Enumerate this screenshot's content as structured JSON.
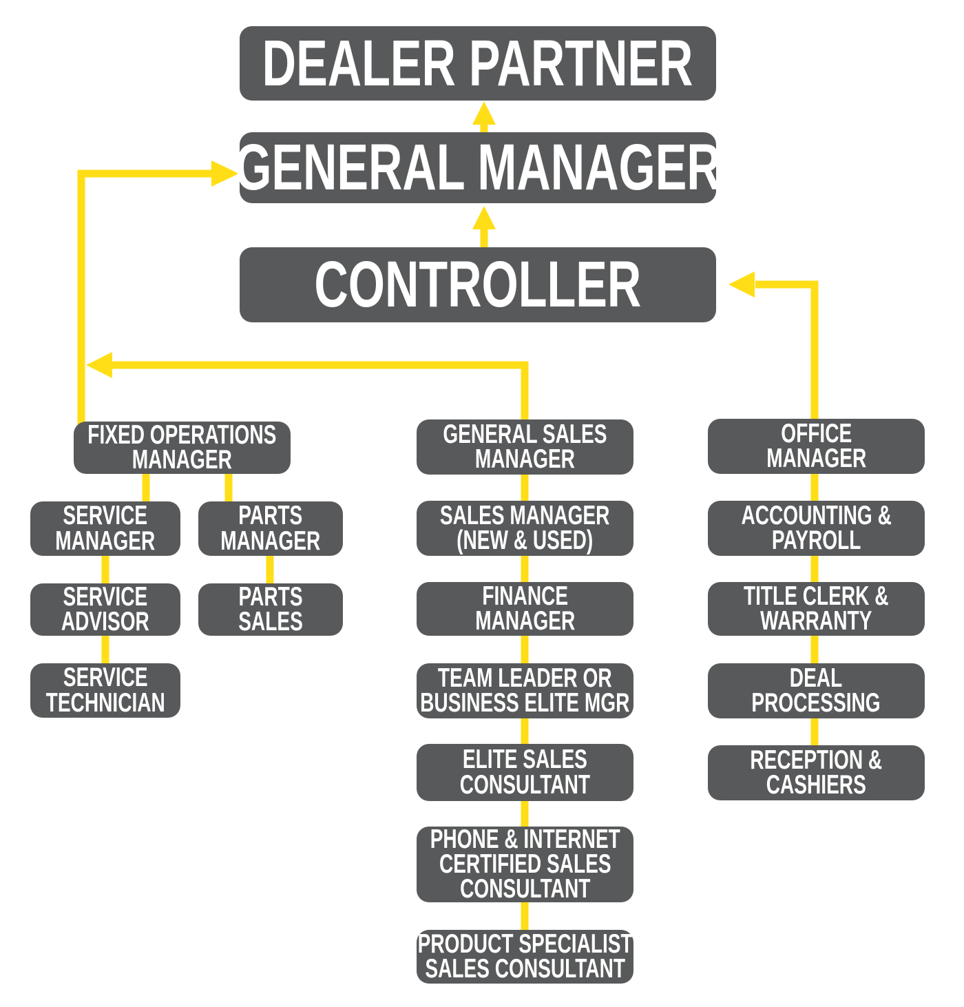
{
  "colors": {
    "box_gray": "#58595B",
    "connector_yellow": "#FFDE17",
    "background": "#FFFFFF",
    "text_white": "#FFFFFF"
  },
  "nodes": {
    "dealer_partner": {
      "label": "DEALER PARTNER"
    },
    "general_manager": {
      "label": "GENERAL MANAGER"
    },
    "controller": {
      "label": "CONTROLLER"
    },
    "fixed_operations_manager": {
      "label": "FIXED OPERATIONS\nMANAGER"
    },
    "service_manager": {
      "label": "SERVICE\nMANAGER"
    },
    "parts_manager": {
      "label": "PARTS\nMANAGER"
    },
    "service_advisor": {
      "label": "SERVICE\nADVISOR"
    },
    "parts_sales": {
      "label": "PARTS\nSALES"
    },
    "service_technician": {
      "label": "SERVICE\nTECHNICIAN"
    },
    "general_sales_manager": {
      "label": "GENERAL SALES\nMANAGER"
    },
    "sales_manager_new_used": {
      "label": "SALES MANAGER\n(NEW & USED)"
    },
    "finance_manager": {
      "label": "FINANCE\nMANAGER"
    },
    "team_leader_business_elite": {
      "label": "TEAM LEADER OR\nBUSINESS ELITE MGR"
    },
    "elite_sales_consultant": {
      "label": "ELITE SALES\nCONSULTANT"
    },
    "phone_internet_certified": {
      "label": "PHONE & INTERNET\nCERTIFIED SALES\nCONSULTANT"
    },
    "product_specialist": {
      "label": "PRODUCT SPECIALIST\nSALES CONSULTANT"
    },
    "office_manager": {
      "label": "OFFICE\nMANAGER"
    },
    "accounting_payroll": {
      "label": "ACCOUNTING &\nPAYROLL"
    },
    "title_clerk_warranty": {
      "label": "TITLE CLERK &\nWARRANTY"
    },
    "deal_processing": {
      "label": "DEAL\nPROCESSING"
    },
    "reception_cashiers": {
      "label": "RECEPTION &\nCASHIERS"
    }
  },
  "edges": [
    {
      "from": "general_manager",
      "to": "dealer_partner",
      "arrow": true
    },
    {
      "from": "controller",
      "to": "general_manager",
      "arrow": true
    },
    {
      "from": "fixed_operations_manager",
      "to": "general_manager",
      "arrow": true
    },
    {
      "from": "general_sales_manager",
      "to": "general_manager",
      "arrow": true
    },
    {
      "from": "office_manager",
      "to": "controller",
      "arrow": true
    },
    {
      "from": "service_manager",
      "to": "fixed_operations_manager",
      "arrow": false
    },
    {
      "from": "parts_manager",
      "to": "fixed_operations_manager",
      "arrow": false
    },
    {
      "from": "service_advisor",
      "to": "service_manager",
      "arrow": false
    },
    {
      "from": "service_technician",
      "to": "service_advisor",
      "arrow": false
    },
    {
      "from": "parts_sales",
      "to": "parts_manager",
      "arrow": false
    },
    {
      "from": "sales_manager_new_used",
      "to": "general_sales_manager",
      "arrow": false
    },
    {
      "from": "finance_manager",
      "to": "sales_manager_new_used",
      "arrow": false
    },
    {
      "from": "team_leader_business_elite",
      "to": "finance_manager",
      "arrow": false
    },
    {
      "from": "elite_sales_consultant",
      "to": "team_leader_business_elite",
      "arrow": false
    },
    {
      "from": "phone_internet_certified",
      "to": "elite_sales_consultant",
      "arrow": false
    },
    {
      "from": "product_specialist",
      "to": "phone_internet_certified",
      "arrow": false
    },
    {
      "from": "accounting_payroll",
      "to": "office_manager",
      "arrow": false
    },
    {
      "from": "title_clerk_warranty",
      "to": "accounting_payroll",
      "arrow": false
    },
    {
      "from": "deal_processing",
      "to": "title_clerk_warranty",
      "arrow": false
    },
    {
      "from": "reception_cashiers",
      "to": "deal_processing",
      "arrow": false
    }
  ]
}
